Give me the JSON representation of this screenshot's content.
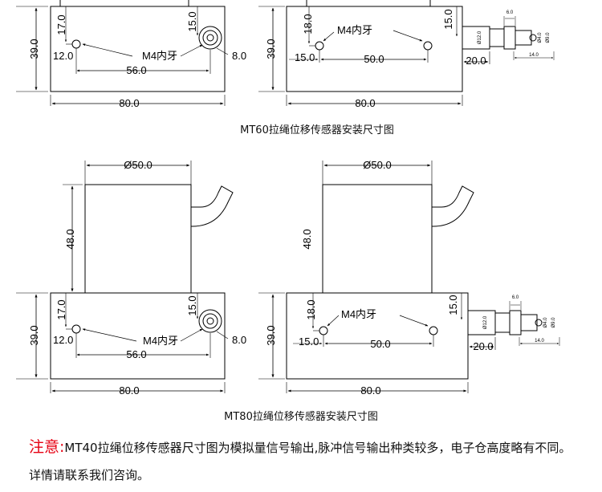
{
  "diagrams": {
    "mt60": {
      "caption": "MT60拉绳位移传感器安装尺寸图",
      "left": {
        "height": "39.0",
        "hole_y": "17.0",
        "hole_x": "12.0",
        "thread": "M4内牙",
        "spacing": "56.0",
        "exit_y": "15.0",
        "exit_x": "8.0",
        "width": "80.0"
      },
      "right": {
        "height": "39.0",
        "hole_y": "18.0",
        "thread": "M4内牙",
        "start": "15.0",
        "spacing": "50.0",
        "exit_y": "15.0",
        "connector_len": "20.0",
        "width": "80.0",
        "small_6": "6.0",
        "dia_12": "Ø12.0",
        "dia_4": "Ø4.0",
        "dia_9": "Ø9.0",
        "len_14": "14.0"
      }
    },
    "mt80": {
      "caption": "MT80拉绳位移传感器安装尺寸图",
      "left": {
        "diameter": "Ø50.0",
        "body_h": "48.0",
        "height": "39.0",
        "hole_y": "17.0",
        "hole_x": "12.0",
        "thread": "M4内牙",
        "spacing": "56.0",
        "exit_y": "15.0",
        "exit_x": "8.0",
        "width": "80.0"
      },
      "right": {
        "diameter": "Ø50.0",
        "body_h": "48.0",
        "height": "39.0",
        "hole_y": "18.0",
        "thread": "M4内牙",
        "start": "15.0",
        "spacing": "50.0",
        "exit_y": "15.0",
        "connector_len": "20.0",
        "width": "80.0",
        "small_6": "6.0",
        "dia_12": "Ø12.0",
        "dia_4": "Ø4.0",
        "dia_9": "Ø9.0",
        "len_14": "14.0"
      }
    }
  },
  "note": {
    "label": "注意:",
    "text": "MT40拉绳位移传感器尺寸图为模拟量信号输出,脉冲信号输出种类较多，电子仓高度略有不同。详情请联系我们咨询。"
  }
}
